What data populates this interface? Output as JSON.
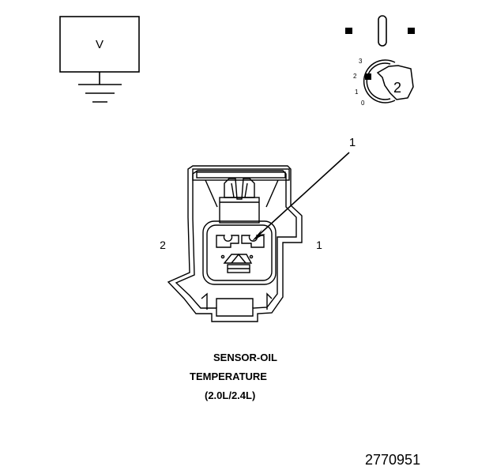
{
  "voltmeter": {
    "symbol": "V"
  },
  "ignition_switch": {
    "positions": [
      "3",
      "2",
      "1",
      "0"
    ],
    "selected_label": "2"
  },
  "connector": {
    "callout": "1",
    "side_left_label": "2",
    "side_right_label": "1"
  },
  "caption": {
    "line1": "SENSOR-OIL",
    "line2": "TEMPERATURE",
    "line3": "(2.0L/2.4L)"
  },
  "figure_number": "2770951"
}
